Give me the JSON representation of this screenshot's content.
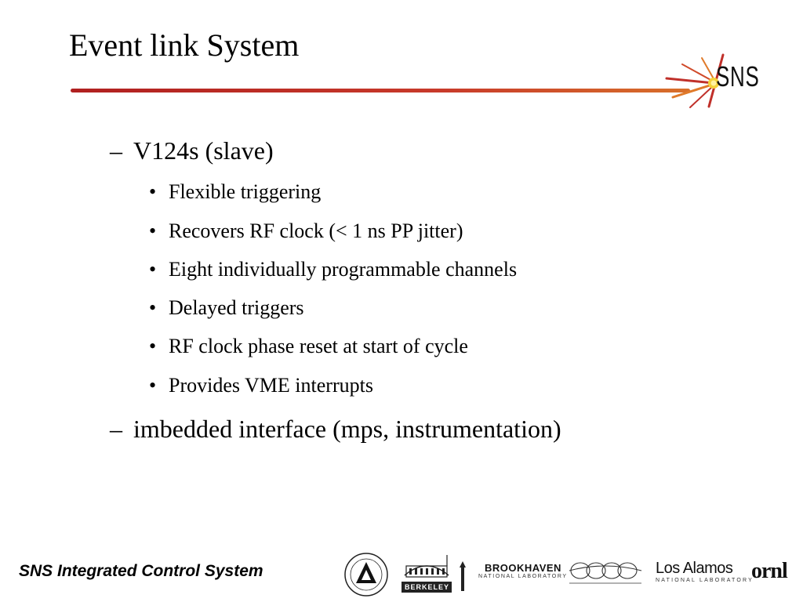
{
  "slide": {
    "title": "Event link System",
    "items": [
      {
        "marker": "–",
        "text": "V124s (slave)",
        "children": [
          {
            "marker": "•",
            "text": "Flexible triggering"
          },
          {
            "marker": "•",
            "text": "Recovers RF clock (< 1 ns PP jitter)"
          },
          {
            "marker": "•",
            "text": "Eight individually programmable channels"
          },
          {
            "marker": "•",
            "text": "Delayed triggers"
          },
          {
            "marker": "•",
            "text": "RF clock phase reset at start of cycle"
          },
          {
            "marker": "•",
            "text": "Provides VME interrupts"
          }
        ]
      },
      {
        "marker": "–",
        "text": "imbedded interface (mps, instrumentation)"
      }
    ]
  },
  "header": {
    "logo_text": "SNS",
    "rule_color": "#b82a22"
  },
  "footer": {
    "text": "SNS Integrated Control System",
    "logos": {
      "brookhaven_line1": "BROOKHAVEN",
      "brookhaven_line2": "NATIONAL LABORATORY",
      "berkeley": "BERKELEY LAB",
      "los_alamos_line1": "Los Alamos",
      "los_alamos_line2": "NATIONAL LABORATORY",
      "ornl": "ornl"
    }
  }
}
